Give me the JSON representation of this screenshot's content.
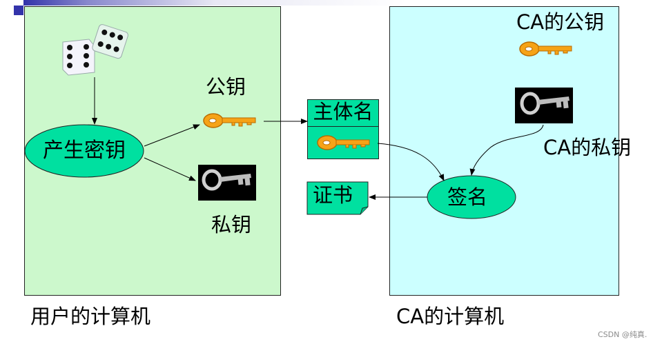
{
  "colors": {
    "user_panel": "#ccf8cc",
    "ca_panel": "#ccffff",
    "teal": "#00e0a0",
    "key_orange": "#f6a317",
    "header_blue": "#3333aa"
  },
  "icons": [
    "dice-icon",
    "public-key-icon",
    "private-key-icon",
    "document-icon"
  ],
  "user": {
    "panel_label": "用户的计算机",
    "generate_keys": "产生密钥",
    "public_key": "公钥",
    "private_key": "私钥"
  },
  "subject": {
    "name": "主体名"
  },
  "certificate": "证书",
  "ca": {
    "panel_label": "CA的计算机",
    "public_key": "CA的公钥",
    "private_key": "CA的私钥",
    "sign": "签名"
  },
  "watermark": "CSDN @纯真."
}
